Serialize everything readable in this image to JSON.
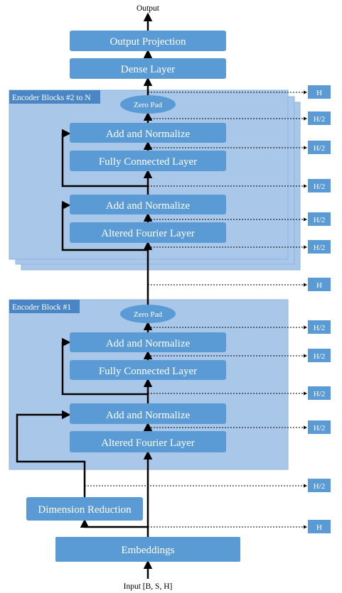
{
  "output_label": "Output",
  "input_label": "Input [B, S, H]",
  "output_projection": "Output Projection",
  "dense_layer": "Dense Layer",
  "encoder_n": {
    "title": "Encoder Blocks #2 to N",
    "zero_pad": "Zero Pad",
    "add_norm_top": "Add and Normalize",
    "fc_layer": "Fully Connected Layer",
    "add_norm_bottom": "Add and Normalize",
    "fourier_layer": "Altered Fourier Layer"
  },
  "encoder_1": {
    "title": "Encoder Block #1",
    "zero_pad": "Zero Pad",
    "add_norm_top": "Add and Normalize",
    "fc_layer": "Fully Connected Layer",
    "add_norm_bottom": "Add and Normalize",
    "fourier_layer": "Altered Fourier Layer"
  },
  "dimension_reduction": "Dimension Reduction",
  "embeddings": "Embeddings",
  "dims": {
    "h": "H",
    "h2": "H/2"
  },
  "colors": {
    "box": "#5b9bd5",
    "panel": "#a9c8e9",
    "panel_border": "#8fb4dd"
  }
}
